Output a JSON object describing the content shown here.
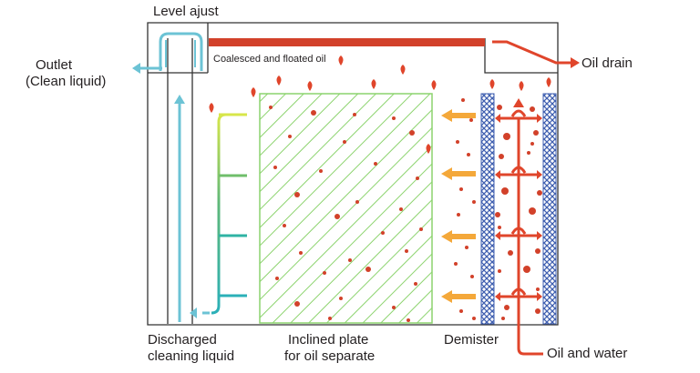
{
  "labels": {
    "level_adjust": "Level ajust",
    "outlet_line1": "Outlet",
    "outlet_line2": "(Clean liquid)",
    "coalesced": "Coalesced and floated oil",
    "oil_drain": "Oil drain",
    "discharged_line1": "Discharged",
    "discharged_line2": "cleaning liquid",
    "inclined_line1": "Inclined plate",
    "inclined_line2": "for oil separate",
    "demister": "Demister",
    "oil_and_water": "Oil and water"
  },
  "colors": {
    "oil_red": "#e0452b",
    "oil_layer": "#d2412a",
    "clean_blue": "#6cc3d5",
    "plate_green": "#8cd36e",
    "inflow_orange": "#f4a83a",
    "demister_blue": "#3f5fb0",
    "outline": "#333333"
  }
}
